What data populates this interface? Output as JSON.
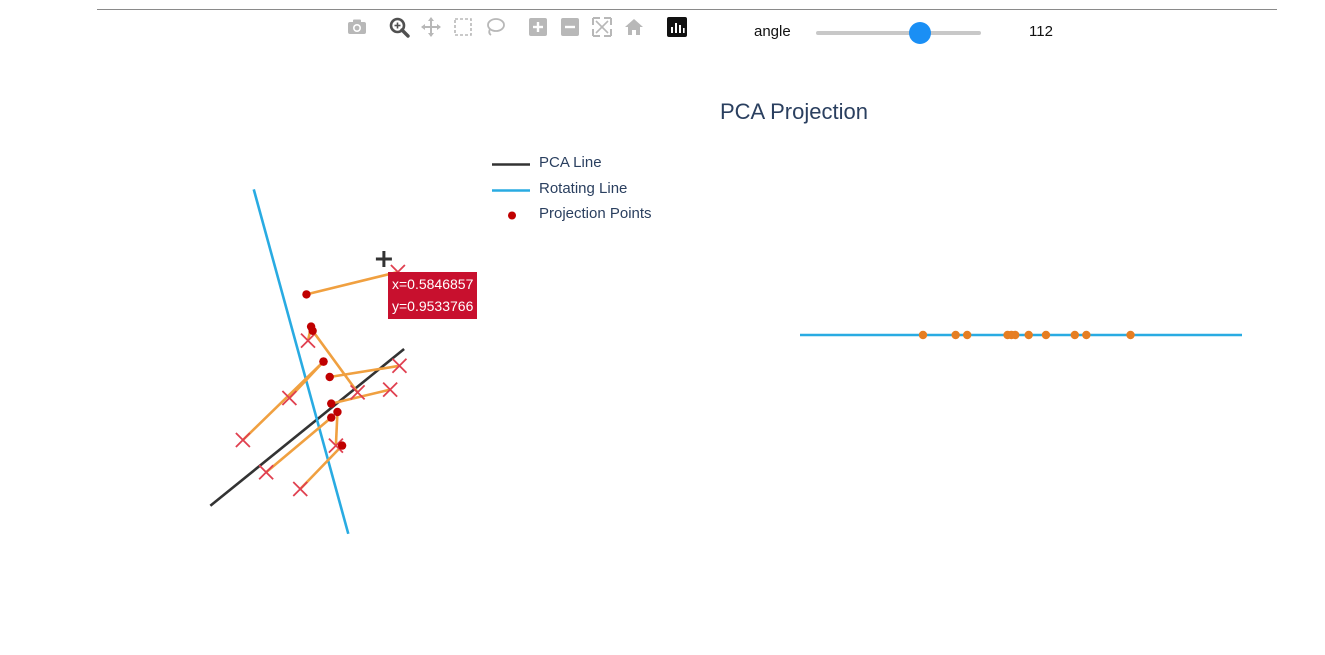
{
  "toolbar": {
    "buttons": [
      {
        "icon": "camera-icon",
        "active": false
      },
      {
        "icon": "zoom-icon",
        "active": true
      },
      {
        "icon": "pan-icon",
        "active": false
      },
      {
        "icon": "box-select-icon",
        "active": false
      },
      {
        "icon": "lasso-select-icon",
        "active": false
      },
      {
        "icon": "zoom-in-icon",
        "active": false
      },
      {
        "icon": "zoom-out-icon",
        "active": false
      },
      {
        "icon": "autoscale-icon",
        "active": false
      },
      {
        "icon": "reset-axes-icon",
        "active": false
      },
      {
        "icon": "plotly-logo-icon",
        "active": false
      }
    ]
  },
  "slider": {
    "label": "angle",
    "value_text": "112",
    "fraction": 0.63,
    "thumb_color": "#1a8ff5"
  },
  "chart": {
    "title": "PCA Projection",
    "legend": [
      {
        "label": "PCA Line",
        "kind": "line",
        "color": "#333333"
      },
      {
        "label": "Rotating Line",
        "kind": "line",
        "color": "#29abe2"
      },
      {
        "label": "Projection Points",
        "kind": "dot",
        "color": "#c00000"
      }
    ],
    "hover": {
      "x_text": "x=0.5846857",
      "y_text": "y=0.9533766",
      "color": "#c8102e"
    }
  },
  "chart_data": [
    {
      "type": "scatter",
      "title": "PCA Projection",
      "pca_line": {
        "x": [
          -0.63,
          0.62
        ],
        "y": [
          -0.72,
          0.4
        ]
      },
      "rotating_line": {
        "angle_deg": 112,
        "x": [
          -0.35,
          0.26
        ],
        "y": [
          1.54,
          -0.92
        ]
      },
      "data_points": {
        "x": [
          0.58,
          0.0,
          0.32,
          -0.12,
          -0.42,
          0.59,
          0.53,
          0.18,
          -0.27,
          -0.05
        ],
        "y": [
          0.95,
          0.46,
          0.09,
          0.05,
          -0.25,
          0.28,
          0.11,
          -0.29,
          -0.48,
          -0.6
        ]
      },
      "projection_points": {
        "x": [
          -0.01,
          0.02,
          0.03,
          0.1,
          0.1,
          0.14,
          0.15,
          0.19,
          0.15,
          0.22
        ],
        "y": [
          0.79,
          0.56,
          0.53,
          0.31,
          0.31,
          0.2,
          0.01,
          -0.05,
          -0.09,
          -0.29
        ]
      },
      "colors": {
        "pca": "#333333",
        "rotating": "#29abe2",
        "projection": "#c00000",
        "segments": "#f0a040",
        "data": "#e04050"
      }
    },
    {
      "type": "scatter",
      "title": "",
      "axis_line_color": "#29abe2",
      "marker_color": "#e67e22",
      "x_range": [
        -1.2,
        1.1
      ],
      "values": [
        -0.56,
        -0.39,
        -0.33,
        -0.12,
        -0.1,
        -0.08,
        -0.01,
        0.08,
        0.23,
        0.29,
        0.52
      ]
    }
  ]
}
